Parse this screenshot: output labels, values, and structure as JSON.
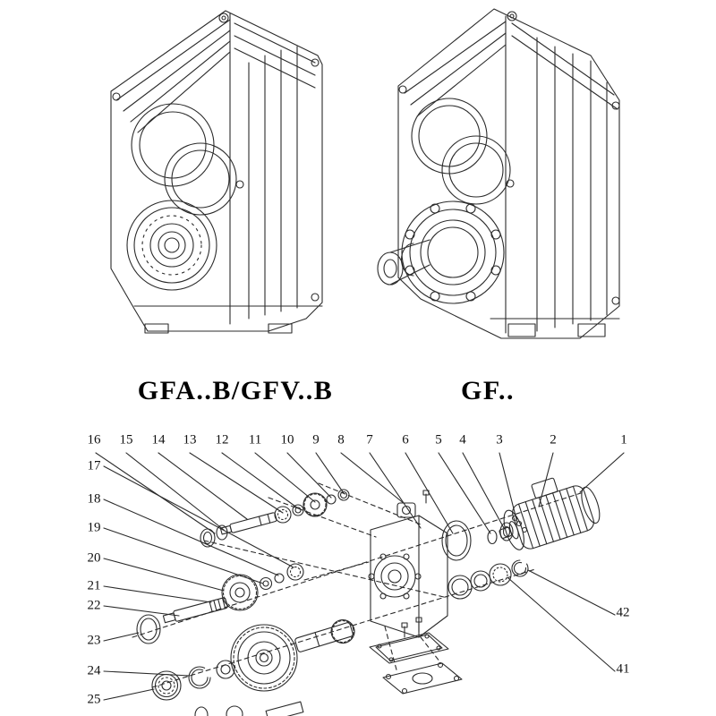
{
  "titles": {
    "left_model": "GFA..B/GFV..B",
    "right_model": "GF.."
  },
  "callouts": {
    "top": [
      "16",
      "15",
      "14",
      "13",
      "12",
      "11",
      "10",
      "9",
      "8",
      "7",
      "6",
      "5",
      "4",
      "3",
      "2",
      "1"
    ],
    "left": [
      "17",
      "18",
      "19",
      "20",
      "21",
      "22",
      "23",
      "24",
      "25"
    ],
    "right": [
      "42",
      "41"
    ]
  },
  "colors": {
    "ink": "#2b2b2b",
    "background": "#ffffff"
  }
}
